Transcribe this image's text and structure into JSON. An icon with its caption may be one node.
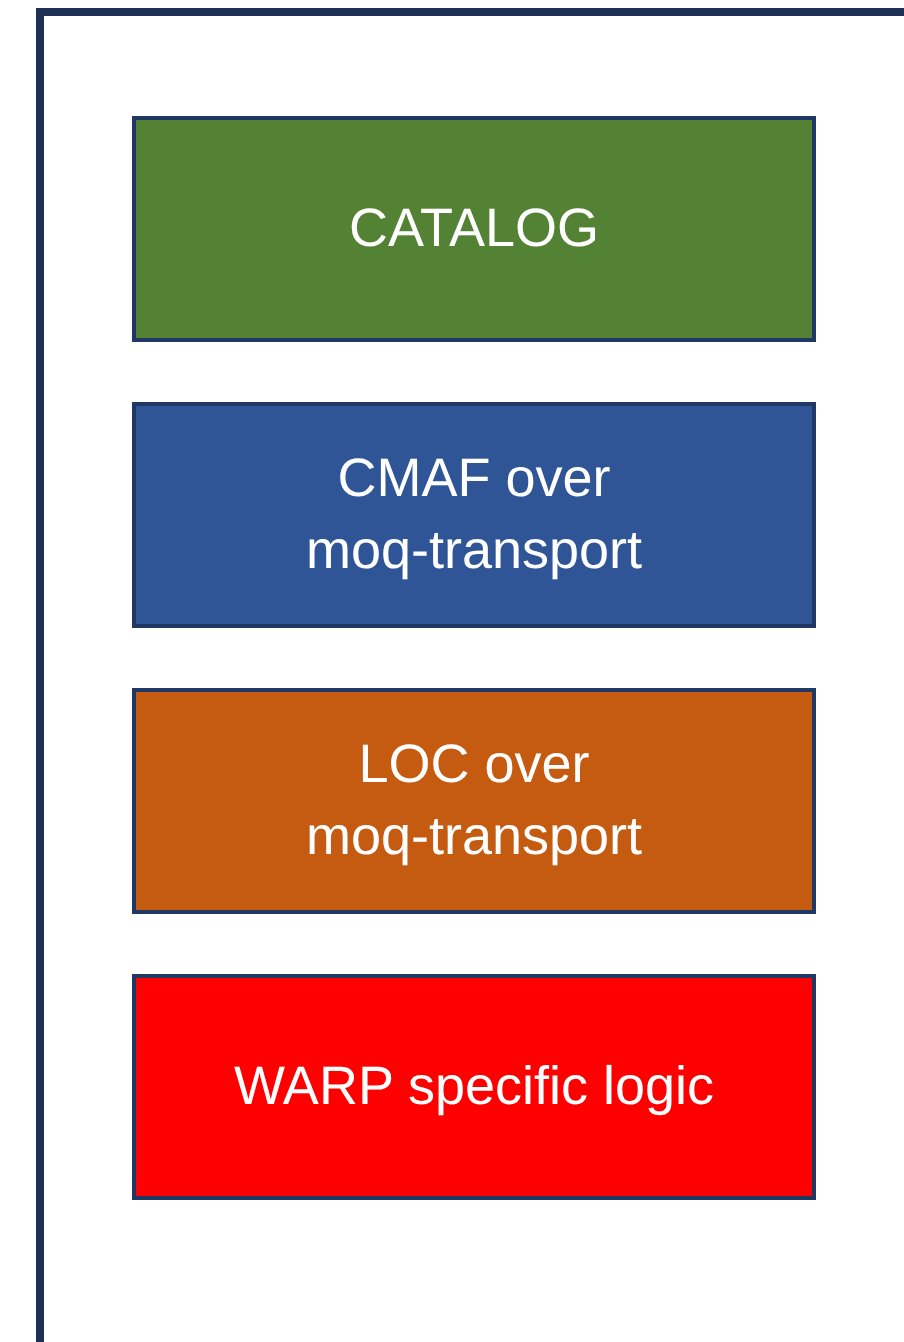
{
  "diagram": {
    "nodes": [
      {
        "text": [],
        "shape": "box"
      },
      {
        "text": [
          "CATALOG"
        ],
        "in": 0
      },
      {
        "text": [
          "CMAF over moq-transport"
        ],
        "in": 0
      },
      {
        "text": [
          "LOC over moq-transport"
        ],
        "in": 0
      },
      {
        "text": [
          "WARP specific logic"
        ],
        "in": 0
      }
    ]
  }
}
